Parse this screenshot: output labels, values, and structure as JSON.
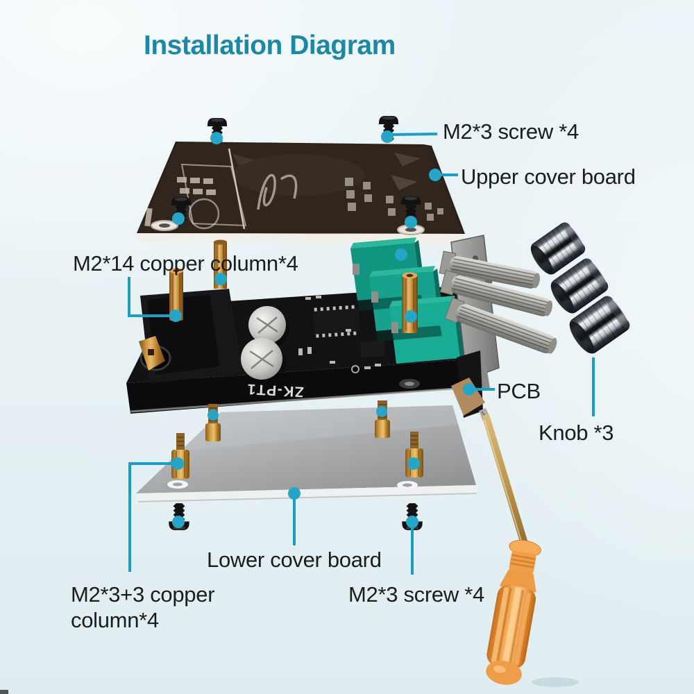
{
  "title": "Installation Diagram",
  "annotations": {
    "screw_top": "M2*3 screw *4",
    "upper_cover": "Upper cover board",
    "copper_column_long": "M2*14 copper column*4",
    "pcb": "PCB",
    "knobs": "Knob *3",
    "lower_cover": "Lower cover board",
    "copper_column_short": "M2*3+3 copper column*4",
    "screw_bottom": "M2*3 screw *4"
  },
  "board_marking": "ZK-PT1",
  "colors": {
    "title_teal": "#1d88a6",
    "leader_teal": "#1c9ec0",
    "label_black": "#1c1c1c",
    "pot_teal": "#16a28c",
    "copper": "#b5762f",
    "handle_orange": "#ee9b46"
  }
}
